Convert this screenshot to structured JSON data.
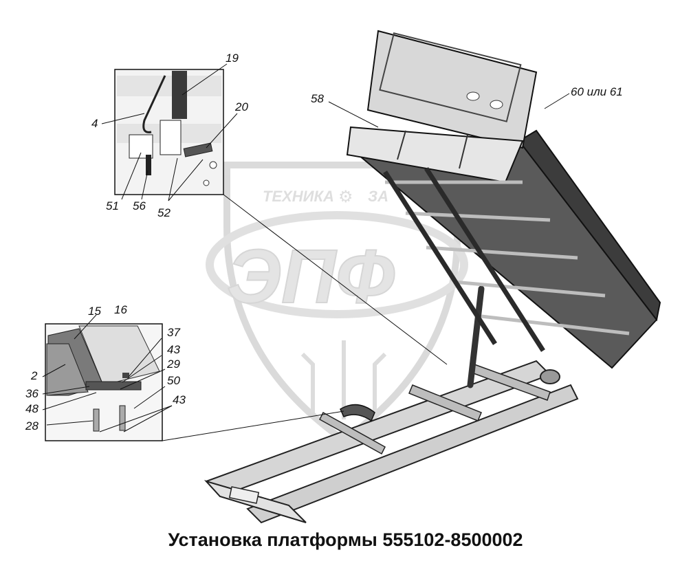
{
  "title": "Установка платформы 555102-8500002",
  "watermark": {
    "top_text_left": "ТЕХНИКА",
    "top_text_right": "ЗА",
    "logo_text": "ЭПФ"
  },
  "callouts_main": {
    "label_58": "58",
    "label_60": "60 или 61"
  },
  "callouts_top_inset": {
    "label_19": "19",
    "label_4": "4",
    "label_20": "20",
    "label_51": "51",
    "label_56": "56",
    "label_52": "52"
  },
  "callouts_bottom_inset": {
    "label_15": "15",
    "label_16": "16",
    "label_37": "37",
    "label_43a": "43",
    "label_2": "2",
    "label_29": "29",
    "label_36": "36",
    "label_50": "50",
    "label_48": "48",
    "label_43b": "43",
    "label_28": "28"
  },
  "colors": {
    "ink": "#111111",
    "body_dark": "#3c3c3c",
    "body_mid": "#8a8a8a",
    "body_light": "#d8d8d8",
    "watermark": "#c4c4c4"
  }
}
